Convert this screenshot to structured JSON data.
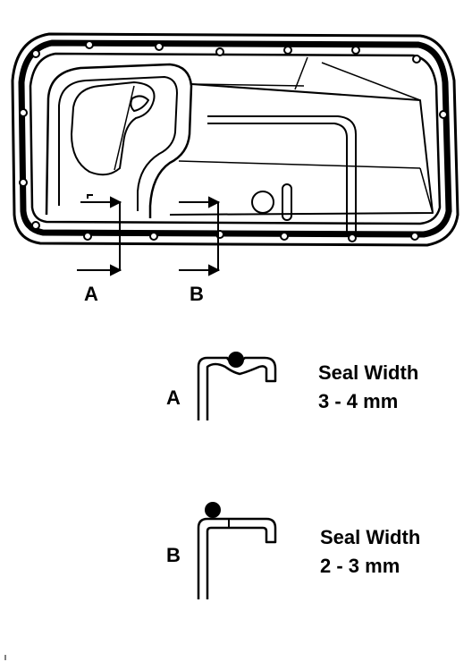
{
  "overview": {
    "callout_a": "A",
    "callout_b": "B"
  },
  "details": [
    {
      "label": "A",
      "caption": "Seal Width",
      "value": "3 - 4 mm"
    },
    {
      "label": "B",
      "caption": "Seal Width",
      "value": "2 - 3 mm"
    }
  ],
  "colors": {
    "ink": "#000000",
    "paper": "#ffffff"
  }
}
